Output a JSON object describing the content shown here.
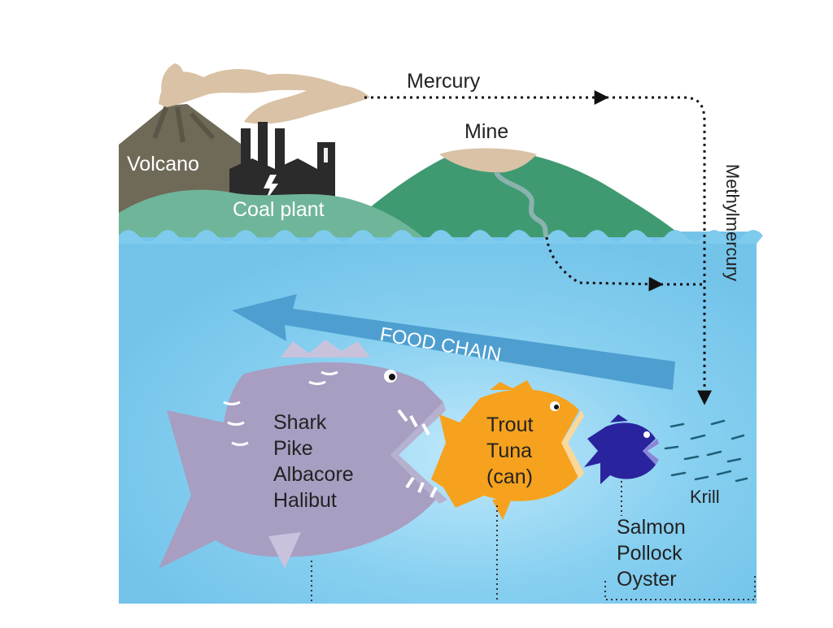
{
  "diagram": {
    "labels": {
      "mercury": "Mercury",
      "mine": "Mine",
      "volcano": "Volcano",
      "coal_plant": "Coal plant",
      "methylmercury": "Methylmercury",
      "food_chain": "FOOD CHAIN",
      "krill": "Krill"
    },
    "fish_groups": {
      "large": [
        "Shark",
        "Pike",
        "Albacore",
        "Halibut"
      ],
      "medium": [
        "Trout",
        "Tuna",
        "(can)"
      ],
      "small": [
        "Salmon",
        "Pollock",
        "Oyster"
      ]
    }
  },
  "colors": {
    "water": "#7ecbee",
    "water_deep": "#6bbbe4",
    "hill_green": "#3f9a72",
    "hill_light": "#6fb59a",
    "volcano": "#6f6a58",
    "smoke": "#d9c2a5",
    "factory": "#2b2b2b",
    "arrow_blue": "#4e9fd0",
    "fish_large": "#a79ec2",
    "fish_medium": "#f6a21e",
    "fish_small": "#2a239e"
  }
}
